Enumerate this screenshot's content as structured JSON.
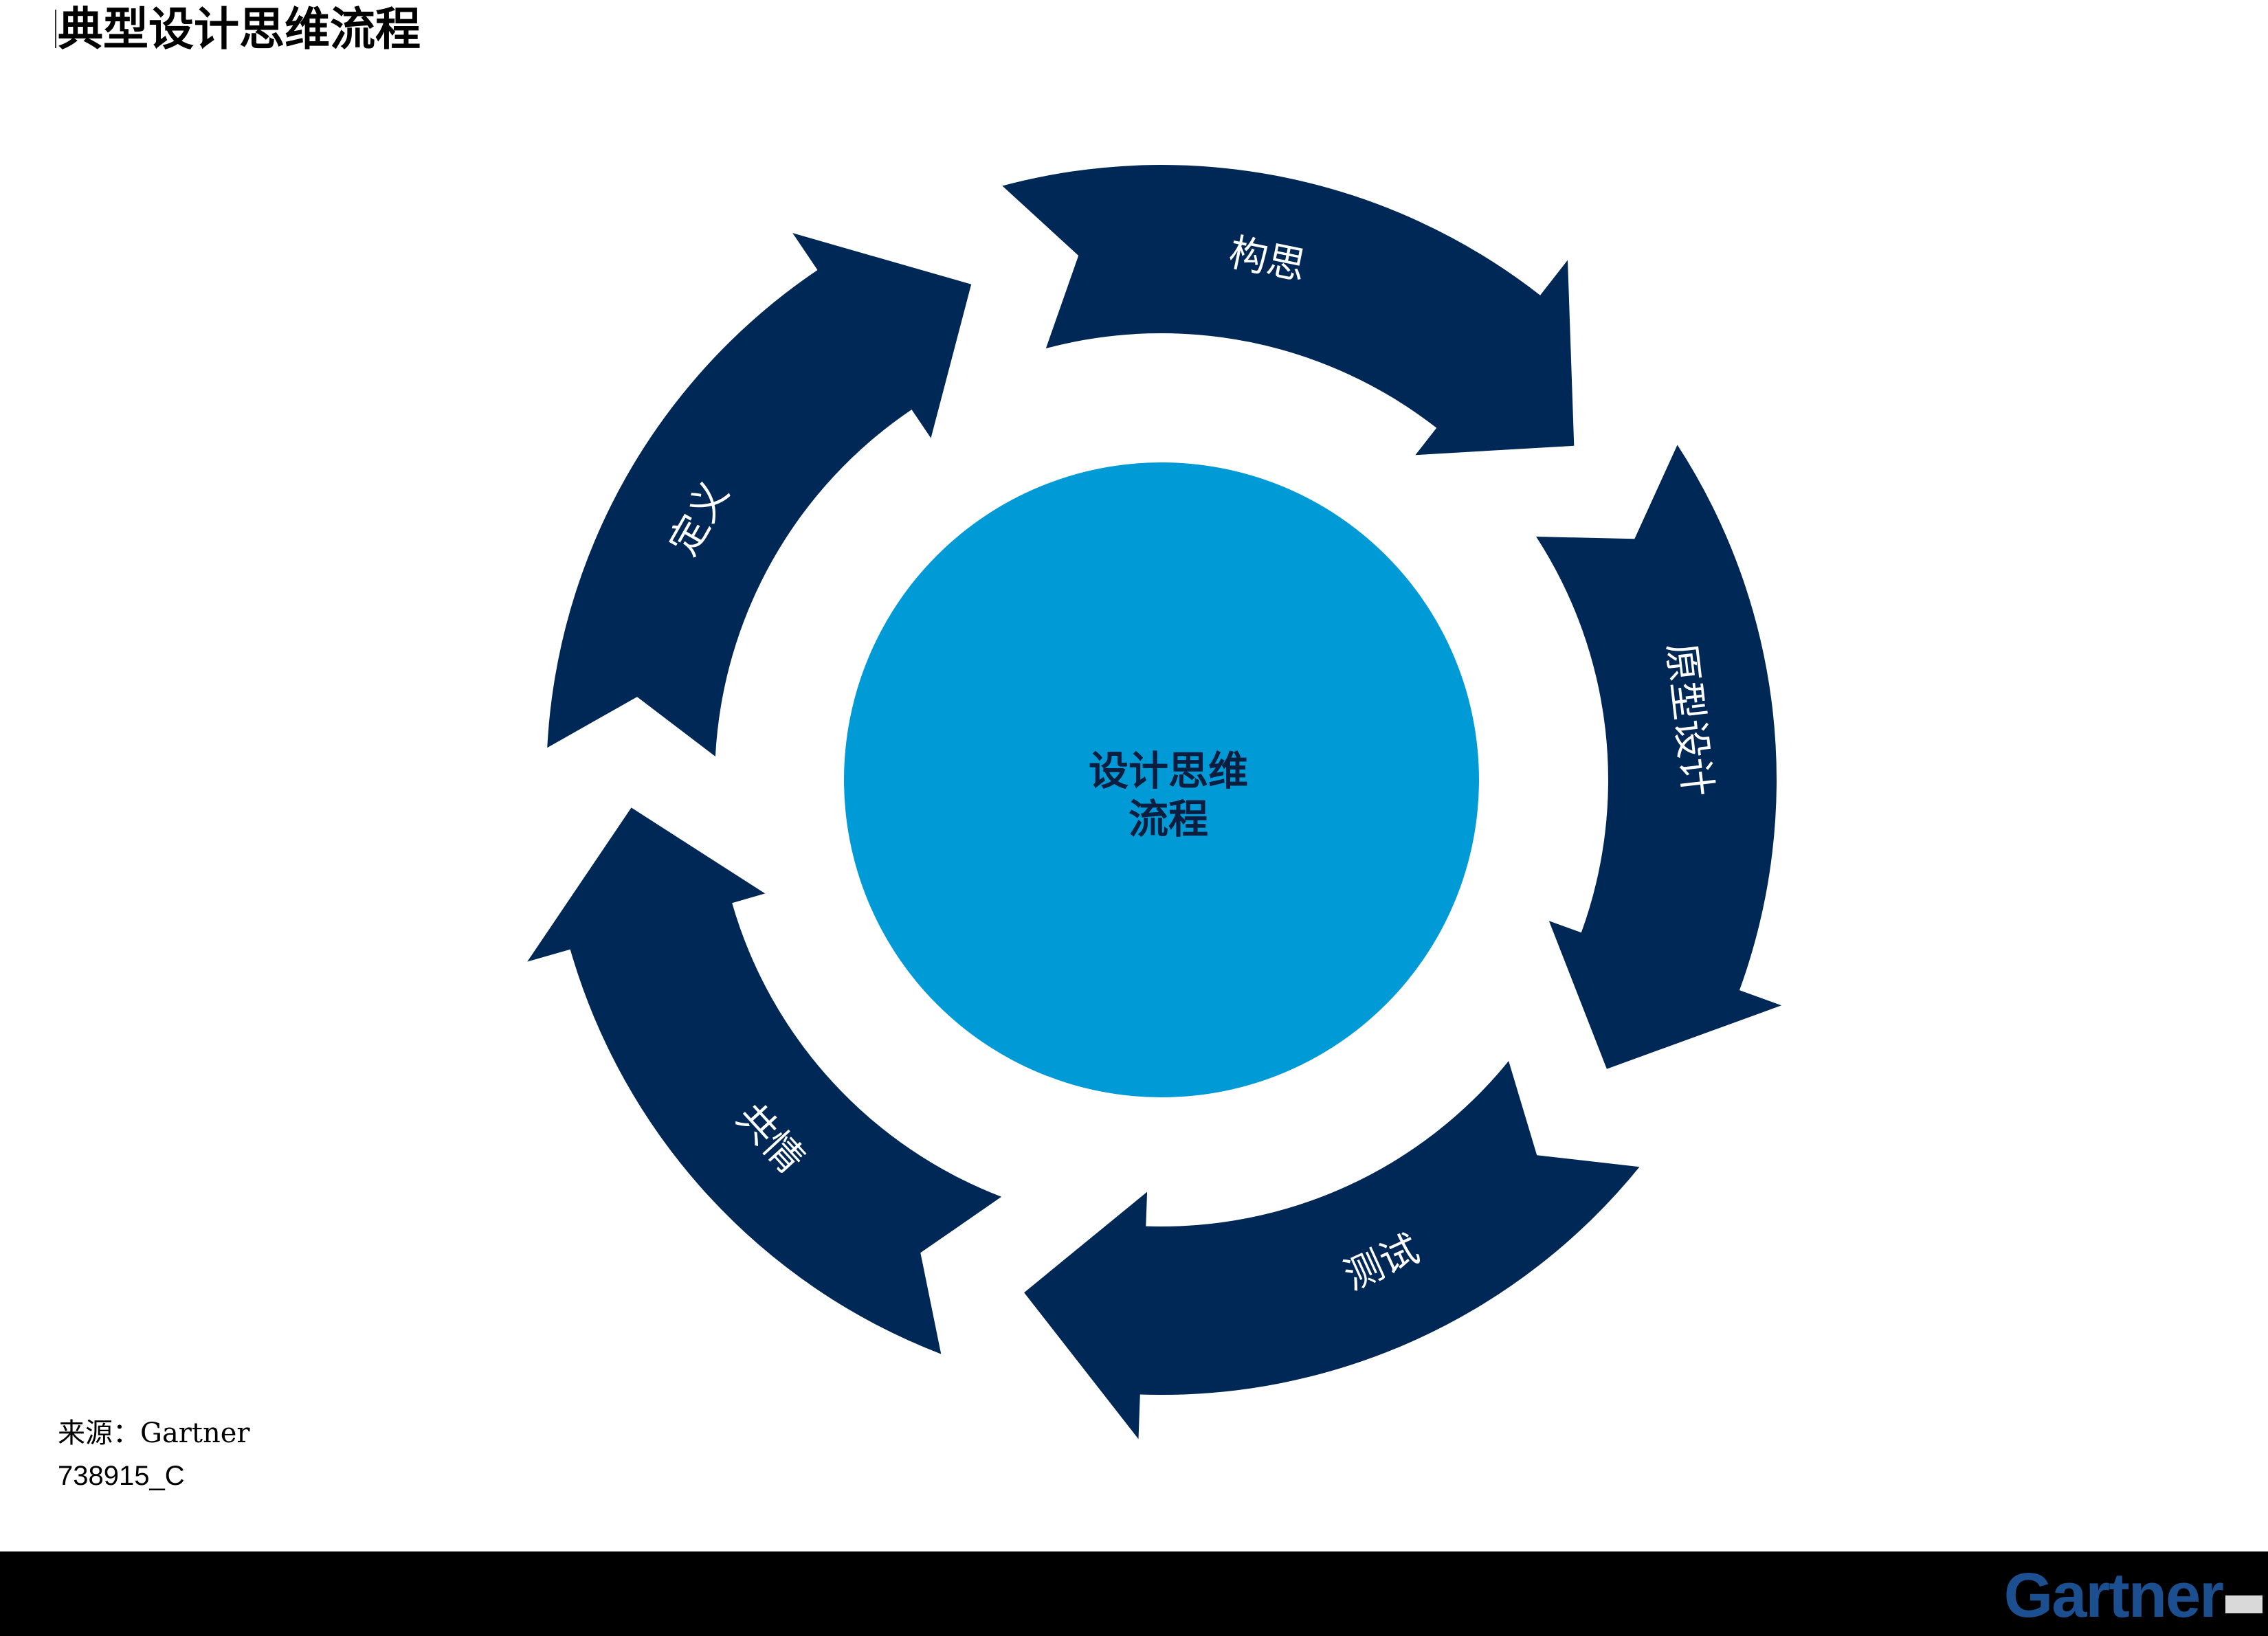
{
  "title": "典型设计思维流程",
  "center": {
    "line1": "设计思维",
    "line2": "流程"
  },
  "stages": [
    {
      "label": "共情"
    },
    {
      "label": "定义"
    },
    {
      "label": "构思"
    },
    {
      "label": "原型设计"
    },
    {
      "label": "测试"
    }
  ],
  "source": "来源：Gartner",
  "doc_id": "738915_C",
  "footer": {
    "logo": "Gartner"
  },
  "colors": {
    "arrow": "#002856",
    "center_circle": "#009bd6",
    "footer_bar": "#000000",
    "logo": "#1c4f8f"
  }
}
